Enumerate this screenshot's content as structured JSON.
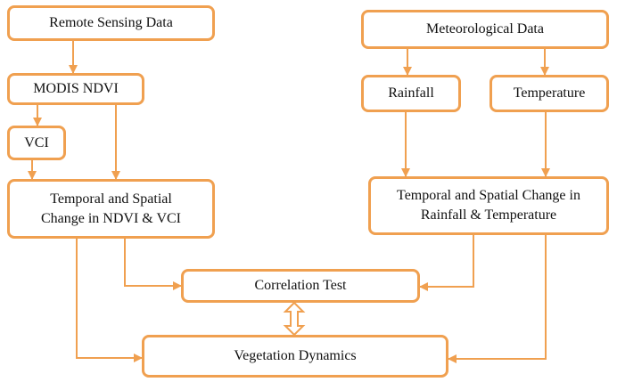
{
  "colors": {
    "border": "#f0a050",
    "arrow": "#f0a050",
    "text": "#111111"
  },
  "nodes": {
    "remote_sensing": "Remote Sensing Data",
    "modis_ndvi": "MODIS NDVI",
    "vci": "VCI",
    "temporal_ndvi_vci": "Temporal and Spatial\nChange in NDVI & VCI",
    "meteorological": "Meteorological Data",
    "rainfall": "Rainfall",
    "temperature": "Temperature",
    "temporal_rain_temp": "Temporal and Spatial Change in\nRainfall & Temperature",
    "correlation": "Correlation Test",
    "vegetation": "Vegetation Dynamics"
  }
}
